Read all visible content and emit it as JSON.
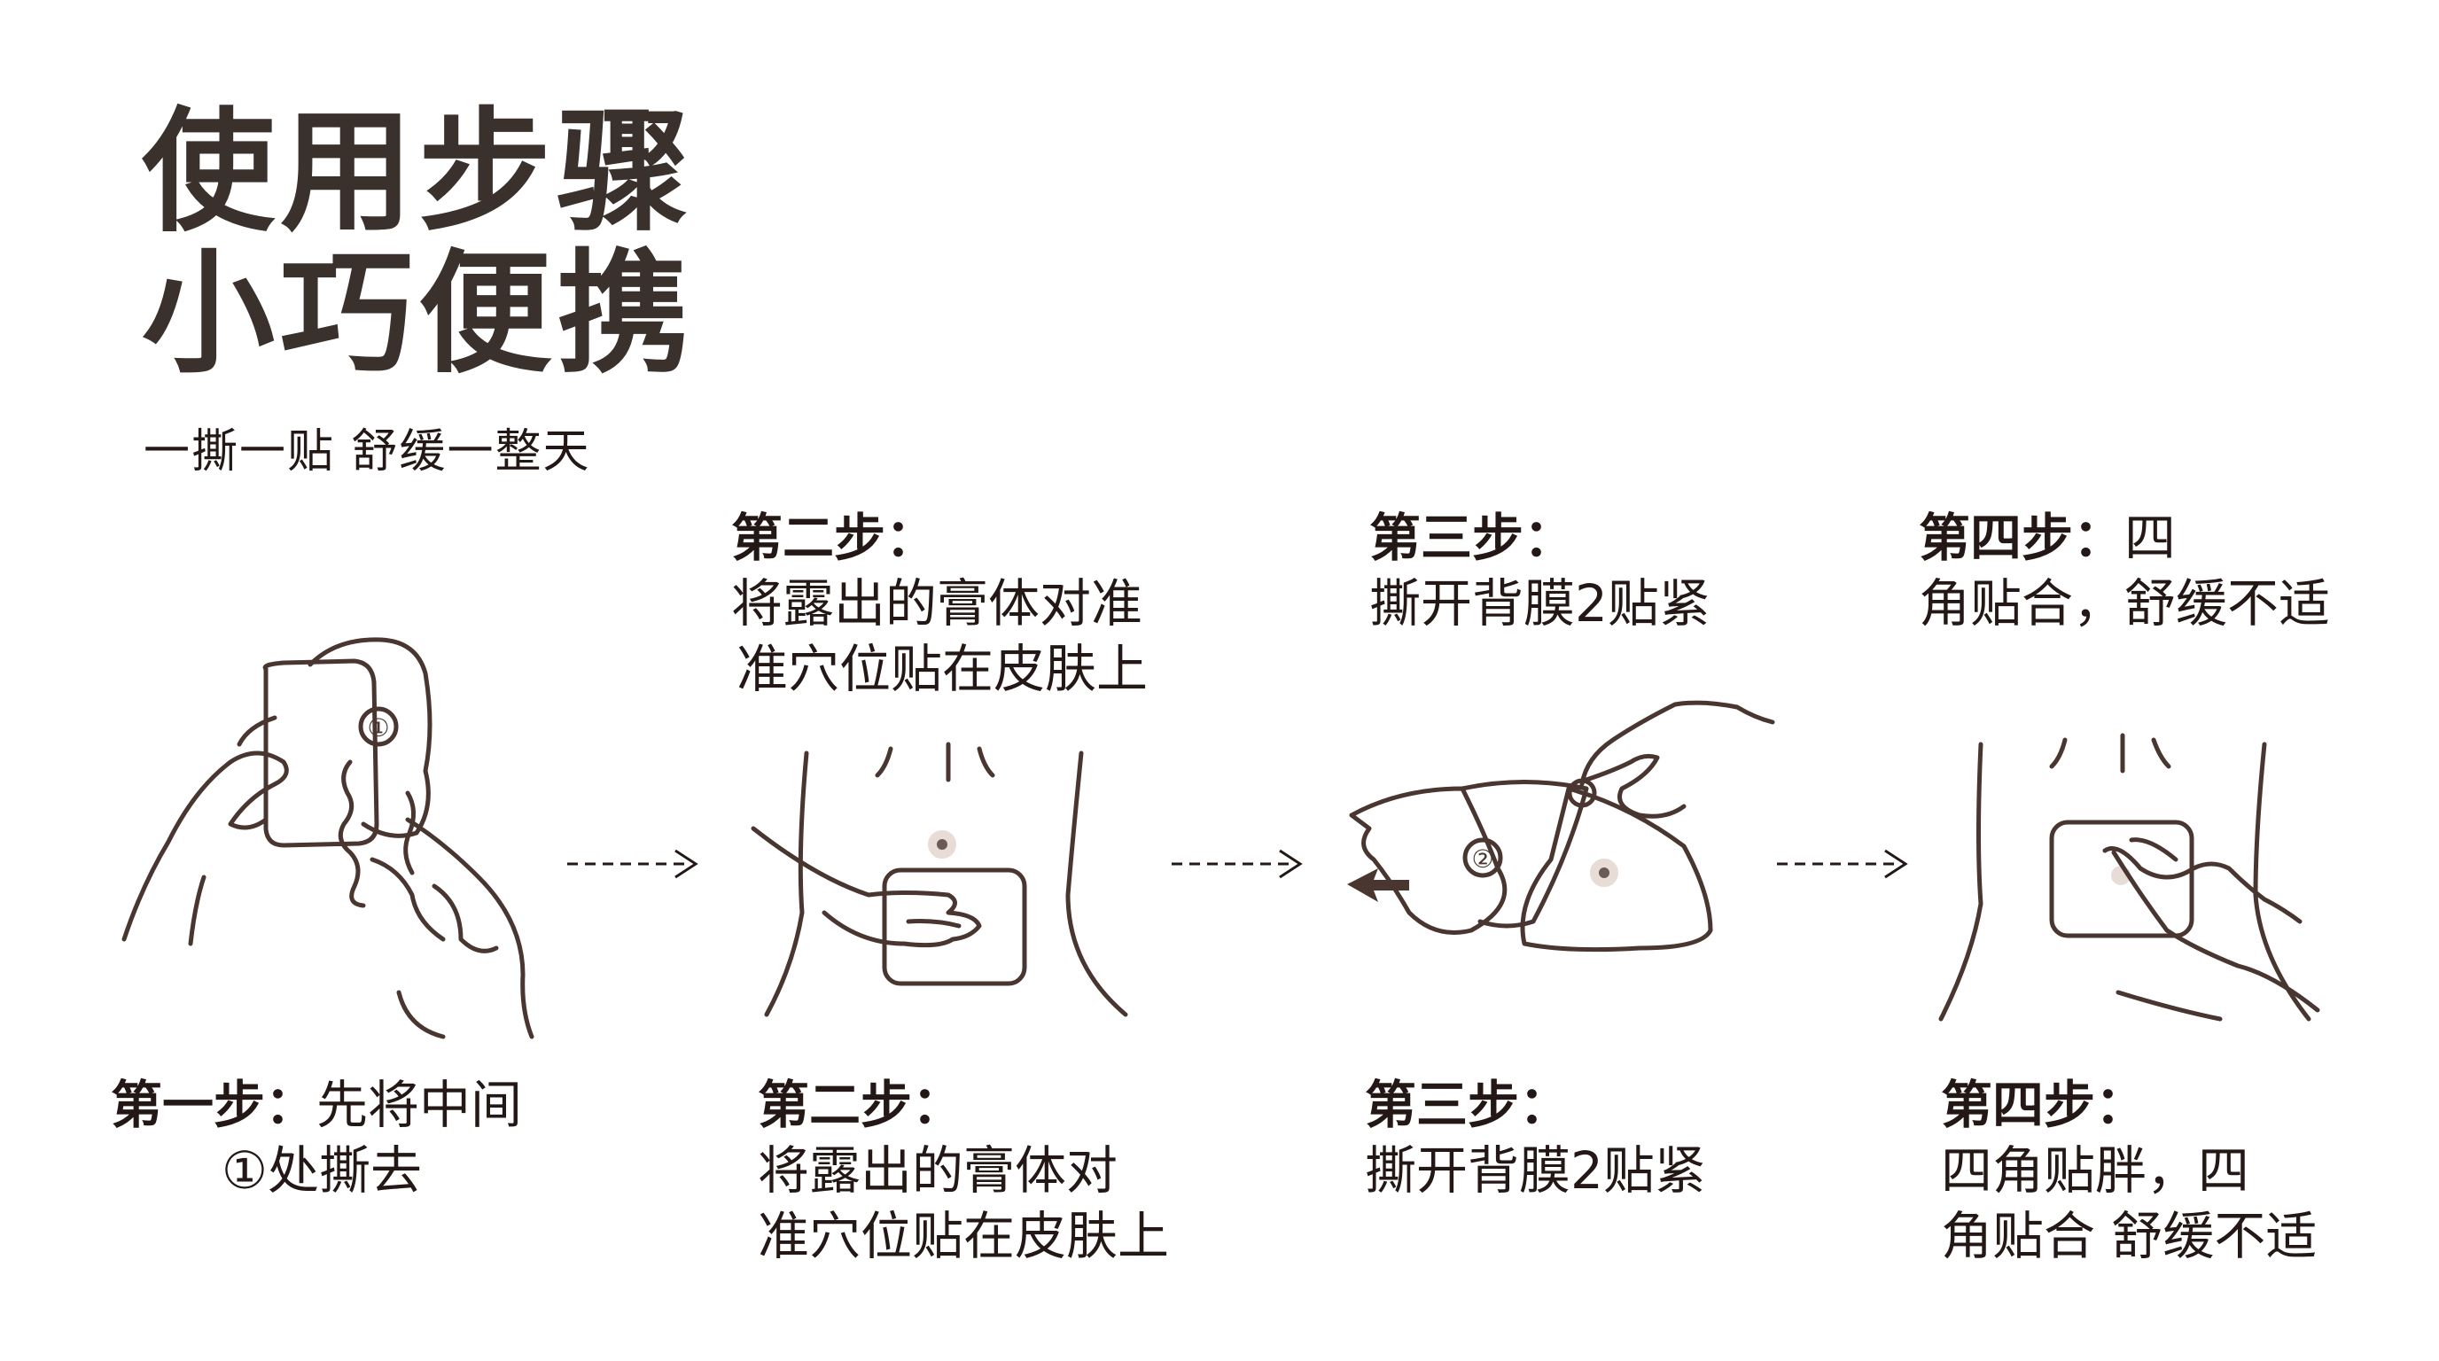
{
  "title": {
    "line1": "使用步骤",
    "line2": "小巧便携"
  },
  "subtitle": "一撕一贴 舒缓一整天",
  "steps_top": [
    {
      "label": "",
      "text": []
    },
    {
      "label": "第二步：",
      "text": [
        "将露出的膏体对准",
        "准穴位贴在皮肤上"
      ]
    },
    {
      "label": "第三步：",
      "text": [
        "撕开背膜2贴紧"
      ]
    },
    {
      "label": "第四步：",
      "label_tail": "四",
      "text": [
        "角贴合，舒缓不适"
      ]
    }
  ],
  "steps_bottom": [
    {
      "label": "第一步：",
      "label_tail": "先将中间",
      "text": [
        "①处撕去"
      ]
    },
    {
      "label": "第二步：",
      "text": [
        "将露出的膏体对",
        "准穴位贴在皮肤上"
      ]
    },
    {
      "label": "第三步：",
      "text": [
        "撕开背膜2贴紧"
      ]
    },
    {
      "label": "第四步：",
      "text": [
        "四角贴胖，四",
        "角贴合 舒缓不适"
      ]
    }
  ],
  "markers": {
    "one": "①",
    "two": "②"
  },
  "icons": [
    "hands-peel-icon",
    "belly-apply-icon",
    "peel-backing-icon",
    "press-patch-icon",
    "dashed-arrow-icon"
  ],
  "colors": {
    "text": "#231815",
    "line_art": "#4a3630",
    "title": "#3a302c"
  }
}
